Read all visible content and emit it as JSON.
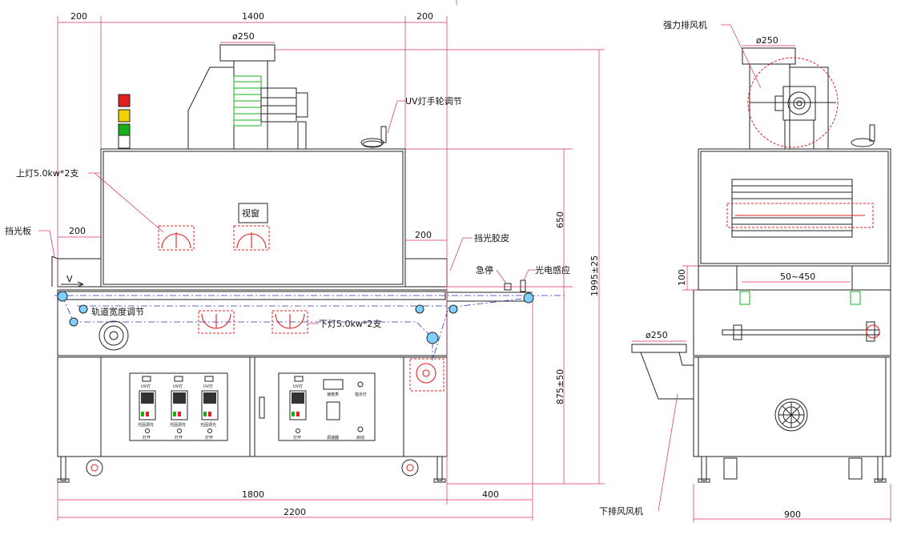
{
  "labels": {
    "powerful_exhaust_fan": "强力排风机",
    "uv_lamp_handwheel": "UV灯手轮调节",
    "upper_lamp": "上灯5.0kw*2支",
    "light_shield_plate": "挡光板",
    "view_window": "视窗",
    "light_shield_rubber": "挡光胶皮",
    "emergency_stop": "急停",
    "photoelectric_sensor": "光电感应",
    "track_width_adjust": "轨道宽度调节",
    "lower_lamp": "下灯5.0kw*2支",
    "lower_exhaust_fan": "下排风风机",
    "direction": "V"
  },
  "dimensions": {
    "d200_top_left": "200",
    "d1400": "1400",
    "d200_top_right": "200",
    "phi250_top": "ø250",
    "phi250_side_top": "ø250",
    "phi250_side_bottom": "ø250",
    "d200_mid_left": "200",
    "d200_mid_right": "200",
    "d650": "650",
    "d1995": "1995±25",
    "d875": "875±50",
    "d100": "100",
    "d50_450": "50~450",
    "d1800": "1800",
    "d400": "400",
    "d2200": "2200",
    "d900": "900"
  },
  "panel": {
    "lamp_meter_labels": [
      "UV灯",
      "UV灯",
      "UV灯"
    ],
    "lamp_switch_labels": [
      "光固调光",
      "光固调光",
      "光固调光"
    ],
    "lamp_lights": [
      "灯开",
      "灯开",
      "灯开"
    ],
    "speed_meter": "速度表",
    "indicator": "指示灯",
    "conveyor_label": "UV灯",
    "conveyor_light": "灯开",
    "speed_control": "调速器",
    "start": "启动"
  },
  "colors": {
    "dimension": "#d42b6e",
    "lamp": "#e02020",
    "centerline": "#3030c8",
    "fan": "#18b018",
    "tower_red": "#e02020",
    "tower_yellow": "#f0d000",
    "tower_green": "#18b018"
  }
}
